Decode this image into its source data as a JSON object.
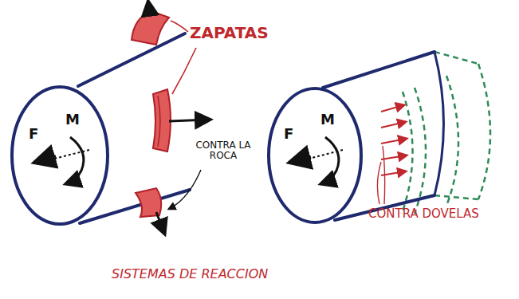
{
  "diagram": {
    "caption": "SISTEMAS DE REACCION",
    "labels": [
      "ZAPATAS",
      "CONTRA LA ROCA",
      "F",
      "M",
      "F",
      "M",
      "CONTRA DOVELAS"
    ]
  }
}
